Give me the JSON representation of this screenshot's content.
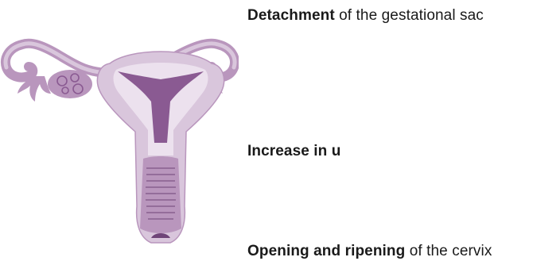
{
  "diagram": {
    "labels": [
      {
        "bold": "Detachment",
        "rest": " of the gestational sac"
      },
      {
        "bold": "Increase in u",
        "rest": ""
      },
      {
        "bold": "Opening and ripening",
        "rest": " of the cervix"
      }
    ],
    "colors": {
      "outer": "#d9c6dc",
      "wall": "#b996bd",
      "cavity": "#8a5a92",
      "dark": "#6f4478",
      "light": "#ece1ee"
    }
  }
}
